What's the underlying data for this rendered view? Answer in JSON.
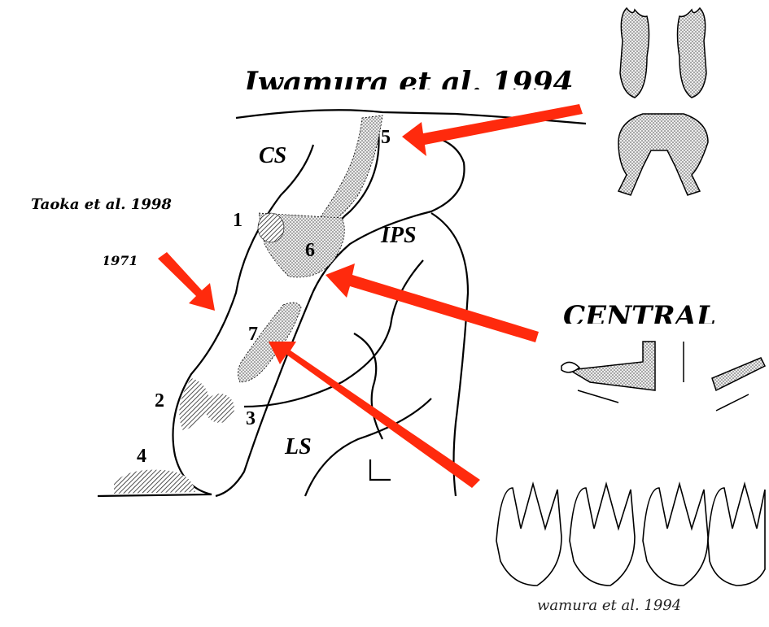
{
  "title_top": "Iwamura et al. 1994",
  "citation_left": "Taoka et al. 1998",
  "citation_left_partial": "1971",
  "central_label": "CENTRAL",
  "citation_bottom": "wamura et al. 1994",
  "sulcus_labels": {
    "cs": "CS",
    "ips": "IPS",
    "ls": "LS"
  },
  "area_numbers": [
    "1",
    "2",
    "3",
    "4",
    "5",
    "6",
    "7"
  ],
  "colors": {
    "arrow": "#ff2a0d",
    "line": "#000000",
    "stipple": "#bdbdbd"
  }
}
